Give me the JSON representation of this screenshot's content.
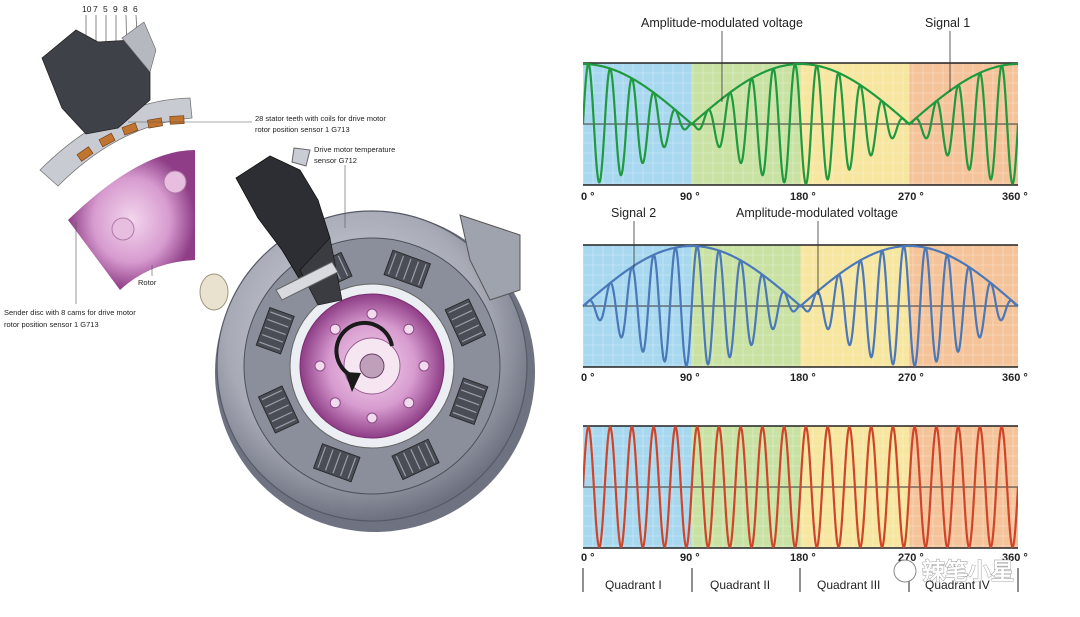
{
  "motor": {
    "callouts": [
      "10",
      "7",
      "5",
      "9",
      "8",
      "6"
    ],
    "stator_line1": "28 stator teeth with coils for drive motor",
    "stator_line2": "rotor position sensor 1 G713",
    "temp_line1": "Drive motor temperature",
    "temp_line2": "sensor G712",
    "rotor": "Rotor",
    "sender_line1": "Sender disc with 8 cams for drive motor",
    "sender_line2": "rotor position sensor 1 G713"
  },
  "signals": {
    "chart1": {
      "ann_left": "Amplitude-modulated voltage",
      "ann_right": "Signal 1",
      "ticks": [
        "0 °",
        "90 °",
        "180 °",
        "270 °",
        "360 °"
      ]
    },
    "chart2": {
      "ann_left": "Signal 2",
      "ann_right": "Amplitude-modulated voltage",
      "ticks": [
        "0 °",
        "90 °",
        "180 °",
        "270 °",
        "360 °"
      ]
    },
    "chart3": {
      "ticks": [
        "0 °",
        "90 °",
        "180 °",
        "270 °",
        "360 °"
      ],
      "quadrants": [
        "Quadrant I",
        "Quadrant II",
        "Quadrant III",
        "Quadrant IV"
      ]
    },
    "colors": {
      "signal1": "#1f9a3e",
      "signal2": "#4a78b8",
      "excitation": "#d0452a",
      "q1": "#a8d8f0",
      "q2": "#c9e2a4",
      "q3": "#f6e6a0",
      "q4": "#f5c39a"
    }
  },
  "watermark": "辣笔小星"
}
